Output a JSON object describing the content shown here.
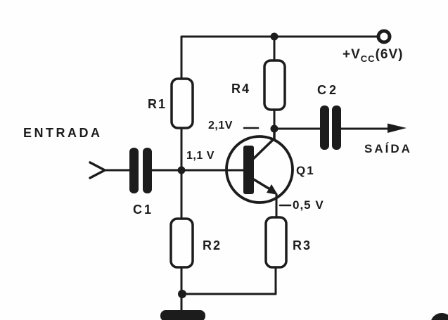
{
  "figure": {
    "kind": "scanned single-transistor common-emitter amplifier schematic",
    "ink_color": "#1c1c1c",
    "paper_color": "#fefefe"
  },
  "labels": {
    "input": "ENTRADA",
    "output": "SAÍDA",
    "supply_prefix": "+V",
    "supply_sub": "CC",
    "supply_suffix": "(6V)"
  },
  "components": {
    "r1": "R1",
    "r2": "R2",
    "r3": "R3",
    "r4": "R4",
    "c1": "C1",
    "c2": "C2",
    "q1": "Q1"
  },
  "voltages": {
    "base": "1,1 V",
    "collector": "2,1V",
    "emitter": "0,5 V"
  }
}
